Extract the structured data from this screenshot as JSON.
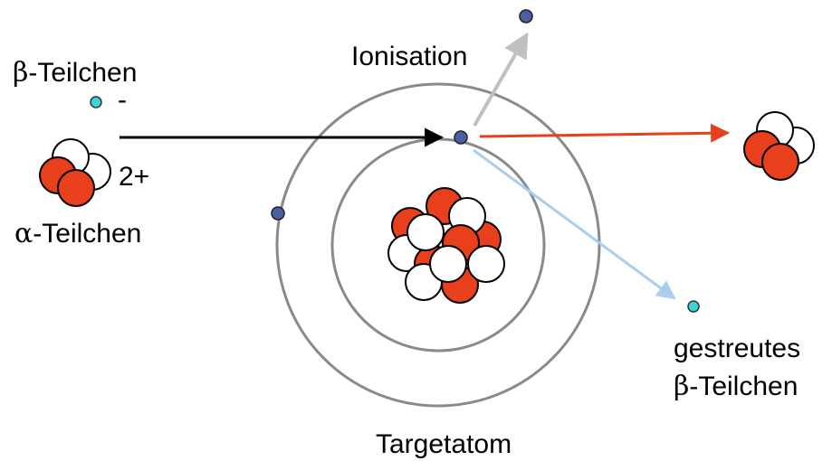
{
  "labels": {
    "beta_symbol": "β",
    "beta_word": "-Teilchen",
    "beta_charge": "-",
    "alpha_charge": "2+",
    "alpha_symbol": "α",
    "alpha_word": "-Teilchen",
    "ionisation": "Ionisation",
    "scattered_line1": "gestreutes",
    "scattered_beta_symbol": "β",
    "scattered_beta_word": "-Teilchen",
    "target": "Targetatom"
  },
  "colors": {
    "proton": "#e8401c",
    "neutron": "#ffffff",
    "electron": "#4a5fa5",
    "beta_particle": "#39d6d6",
    "orbit": "#8a8a8a",
    "incoming_arrow": "#000000",
    "alpha_scatter_arrow": "#e8401c",
    "beta_scatter_arrow": "#a8cff0",
    "ionisation_arrow": "#c0c0c0"
  }
}
